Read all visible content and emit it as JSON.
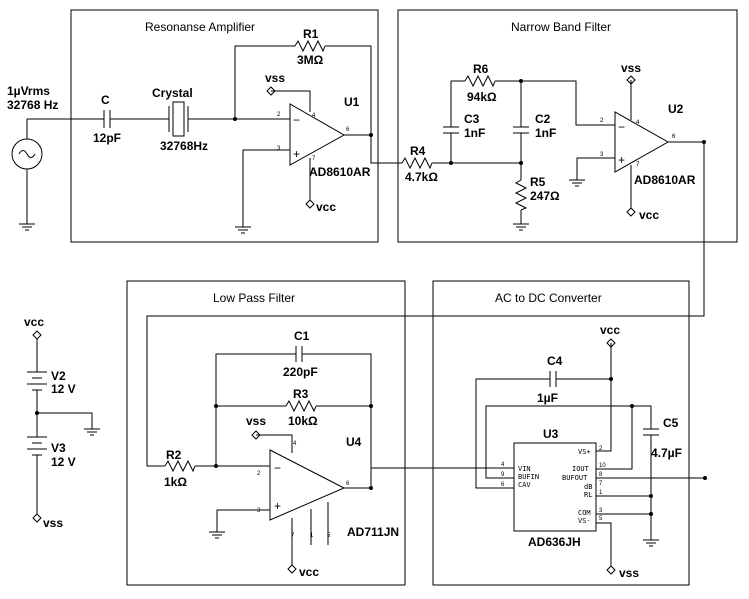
{
  "source": {
    "amplitude": "1µVrms",
    "frequency": "32768 Hz"
  },
  "sections": {
    "resonance": "Resonanse Amplifier",
    "narrow": "Narrow Band Filter",
    "lowpass": "Low Pass Filter",
    "acdc": "AC to DC Converter"
  },
  "components": {
    "c": {
      "name": "C",
      "value": "12pF"
    },
    "crystal": {
      "name": "Crystal",
      "value": "32768Hz"
    },
    "r1": {
      "name": "R1",
      "value": "3MΩ"
    },
    "u1": {
      "name": "U1",
      "part": "AD8610AR"
    },
    "r4": {
      "name": "R4",
      "value": "4.7kΩ"
    },
    "r6": {
      "name": "R6",
      "value": "94kΩ"
    },
    "c3": {
      "name": "C3",
      "value": "1nF"
    },
    "c2": {
      "name": "C2",
      "value": "1nF"
    },
    "r5": {
      "name": "R5",
      "value": "247Ω"
    },
    "u2": {
      "name": "U2",
      "part": "AD8610AR"
    },
    "c1": {
      "name": "C1",
      "value": "220pF"
    },
    "r3": {
      "name": "R3",
      "value": "10kΩ"
    },
    "r2": {
      "name": "R2",
      "value": "1kΩ"
    },
    "u4": {
      "name": "U4",
      "part": "AD711JN"
    },
    "c4": {
      "name": "C4",
      "value": "1µF"
    },
    "c5": {
      "name": "C5",
      "value": "4.7µF"
    },
    "u3": {
      "name": "U3",
      "part": "AD636JH"
    },
    "v2": {
      "name": "V2",
      "value": "12 V"
    },
    "v3": {
      "name": "V3",
      "value": "12 V"
    }
  },
  "rails": {
    "vcc": "vcc",
    "vss": "vss"
  },
  "u3_pins": {
    "vin": "VIN",
    "bufin": "BUFIN",
    "cav": "CAV",
    "vsplus": "VS+",
    "iout": "IOUT",
    "bufout": "BUFOUT",
    "db": "dB",
    "rl": "RL",
    "com": "COM",
    "vsminus": "VS-"
  },
  "pin_numbers": {
    "p1": "1",
    "p2": "2",
    "p3": "3",
    "p4": "4",
    "p5": "5",
    "p6": "6",
    "p7": "7",
    "p8": "8",
    "p9": "9",
    "p10": "10"
  }
}
